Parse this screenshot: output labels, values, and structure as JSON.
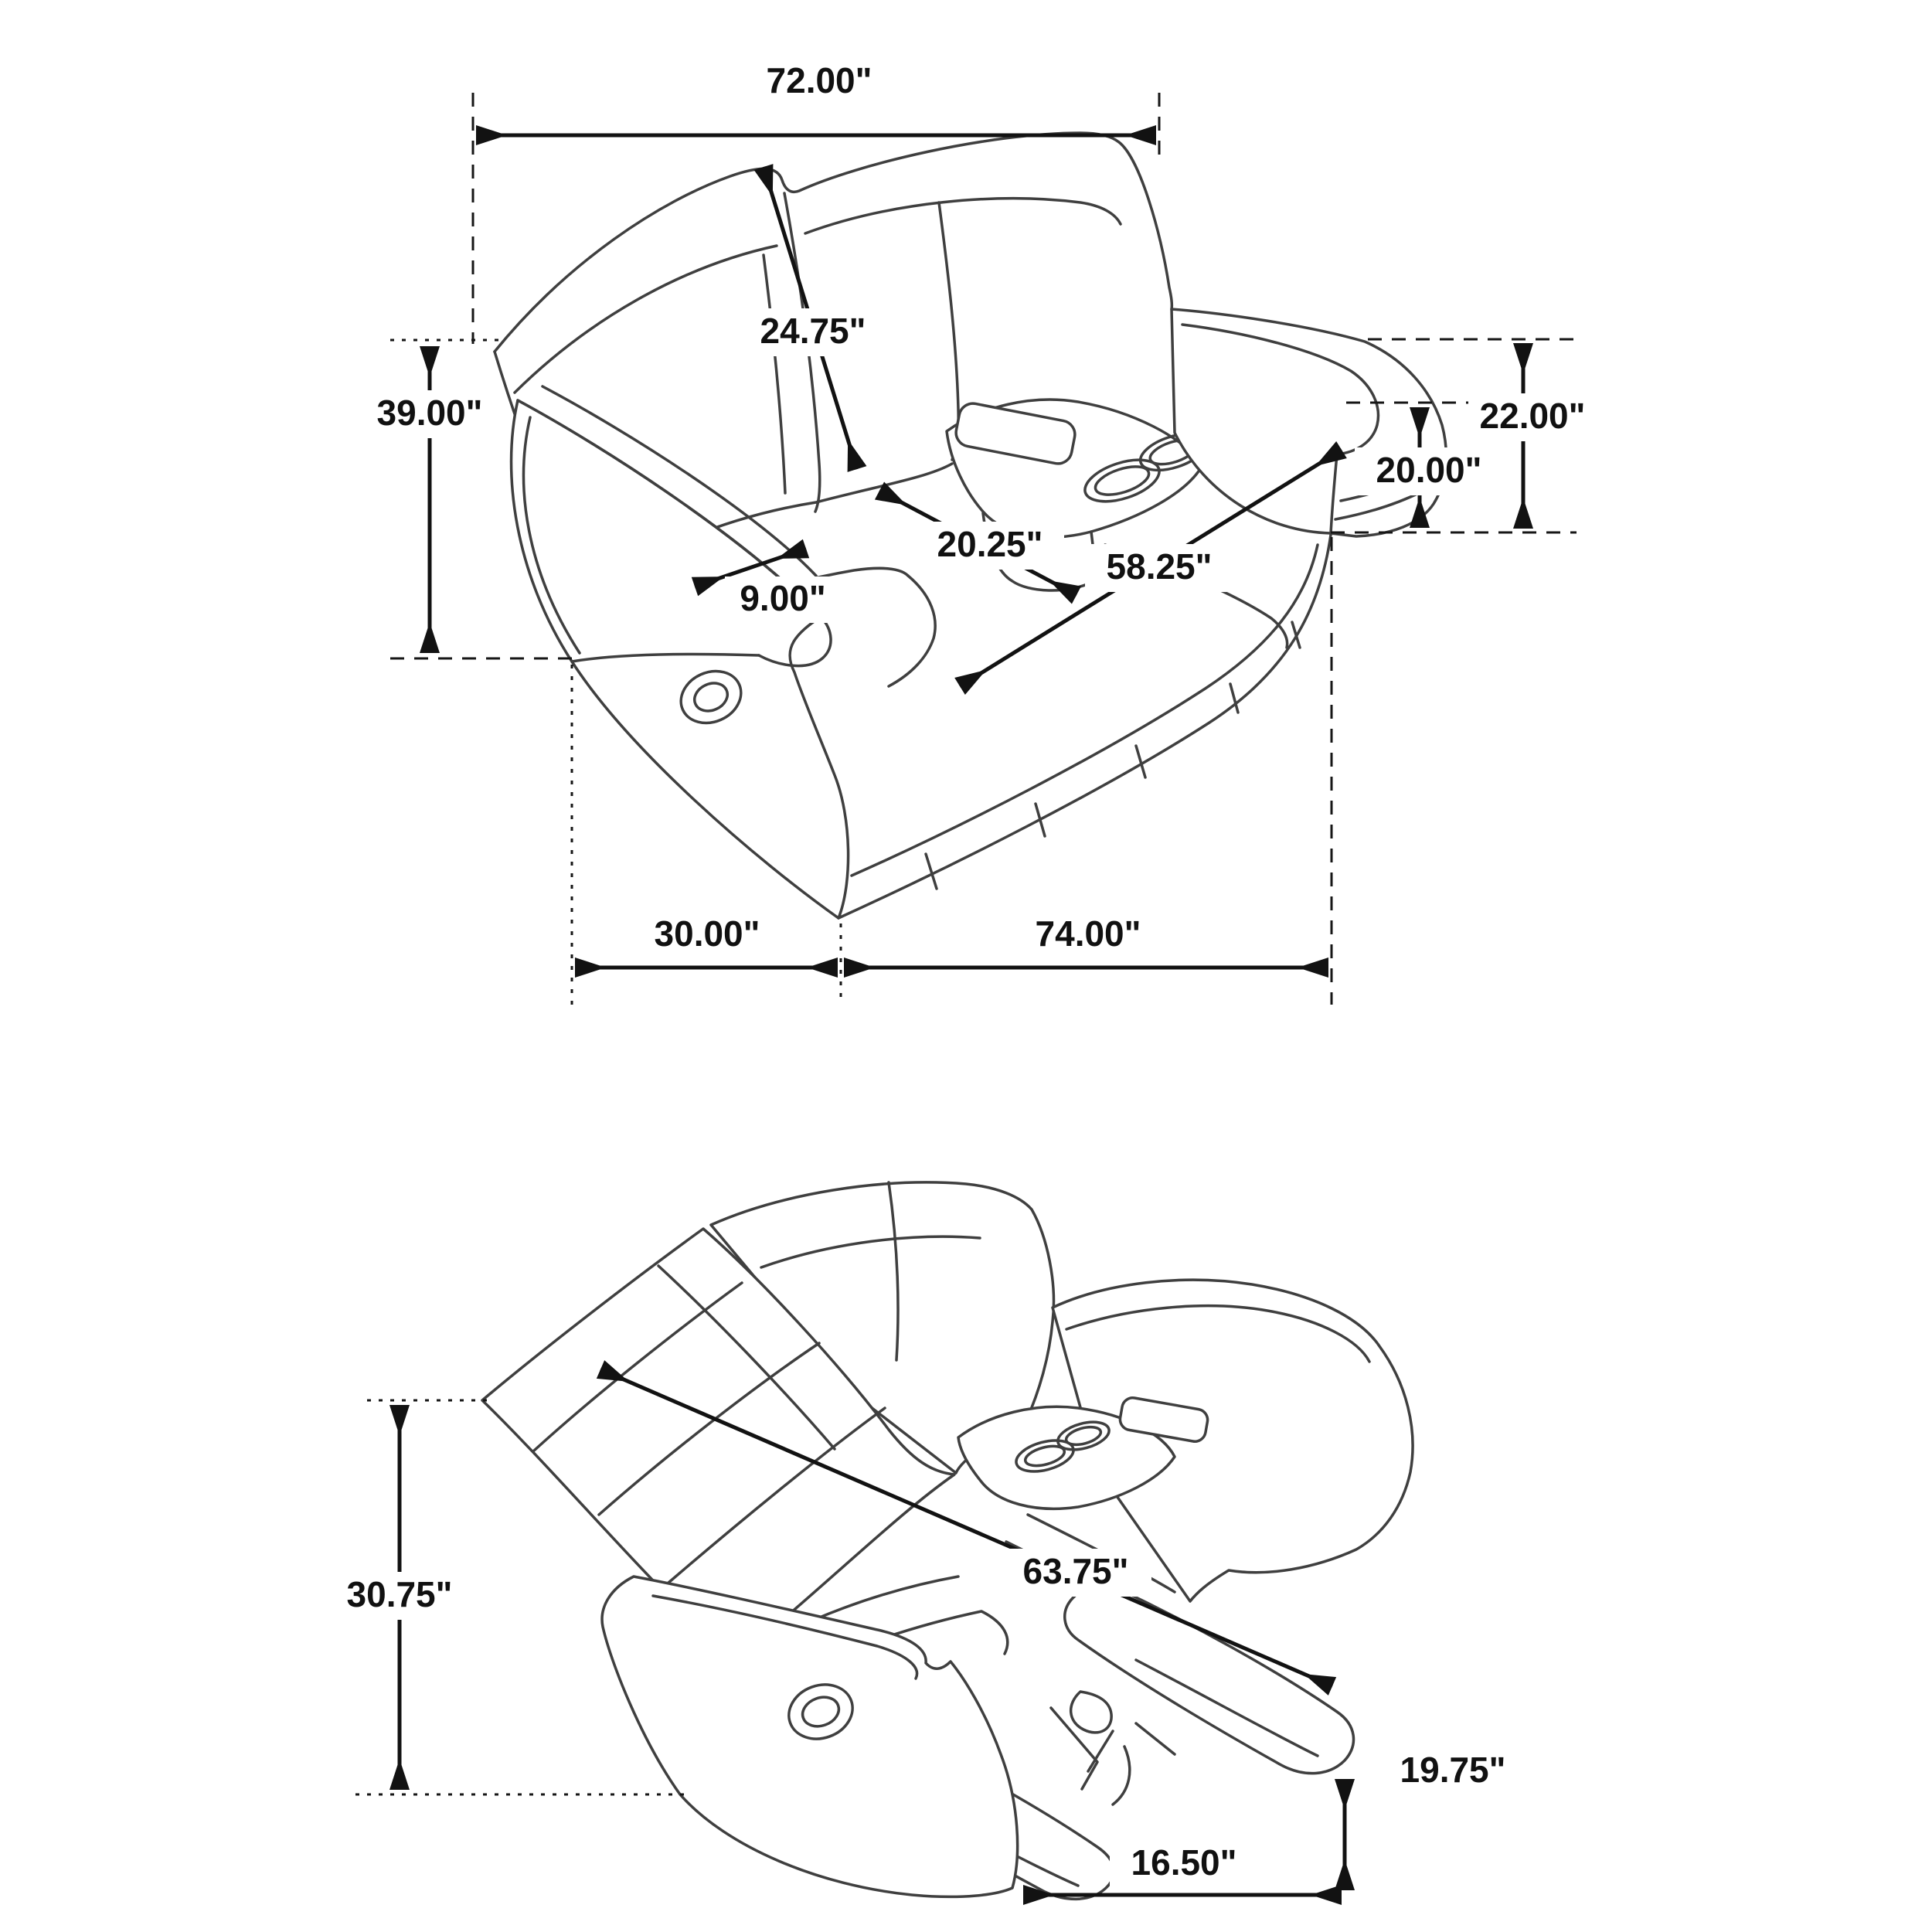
{
  "views": [
    {
      "name": "loveseat-upright",
      "dimensions": {
        "overall_width": "72.00\"",
        "back_cushion_diagonal": "24.75\"",
        "overall_height": "39.00\"",
        "armrest_width": "9.00\"",
        "seat_depth": "20.25\"",
        "interior_seating_width": "58.25\"",
        "arm_height": "22.00\"",
        "seat_back_height": "20.00\"",
        "base_depth": "30.00\"",
        "base_length": "74.00\""
      }
    },
    {
      "name": "loveseat-reclined",
      "dimensions": {
        "reclined_back_height": "30.75\"",
        "reclined_diagonal_length": "63.75\"",
        "footrest_height": "19.75\"",
        "footrest_extension": "16.50\""
      }
    }
  ]
}
